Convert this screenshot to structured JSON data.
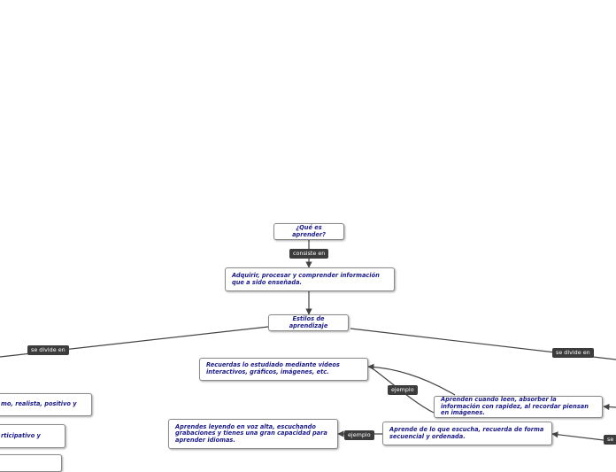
{
  "colors": {
    "node_text": "#1a1a8c",
    "label_bg": "#3c3c3c",
    "line": "#444444"
  },
  "nodes": {
    "que_es_aprender": "¿Qué es aprender?",
    "adquirir": "Adquirir, procesar y comprender información que a sido enseñada.",
    "estilos": "Estilos de aprendizaje",
    "visual_ejemplo": "Recuerdas lo estudiado mediante videos interactivos, gráficos, imágenes, etc.",
    "visual": "Aprenden cuando leen, absorber la información con rapidez, al recordar piensan en imágenes.",
    "auditivo_ejemplo": "Aprendes leyendo en voz alta, escuchando grabaciones y tienes una gran capacidad para aprender idiomas.",
    "auditivo": "Aprende de lo que escucha, recuerda de forma secuencial y ordenada.",
    "left_1": "mo, realista, positivo y",
    "left_2": "rticipativo y",
    "left_3": ""
  },
  "labels": {
    "consiste_en": "consiste en",
    "se_divide_en_left": "se divide en",
    "se_divide_en_right": "se divide en",
    "ejemplo_1": "ejemplo",
    "ejemplo_2": "ejemplo",
    "se_partial": "se"
  }
}
